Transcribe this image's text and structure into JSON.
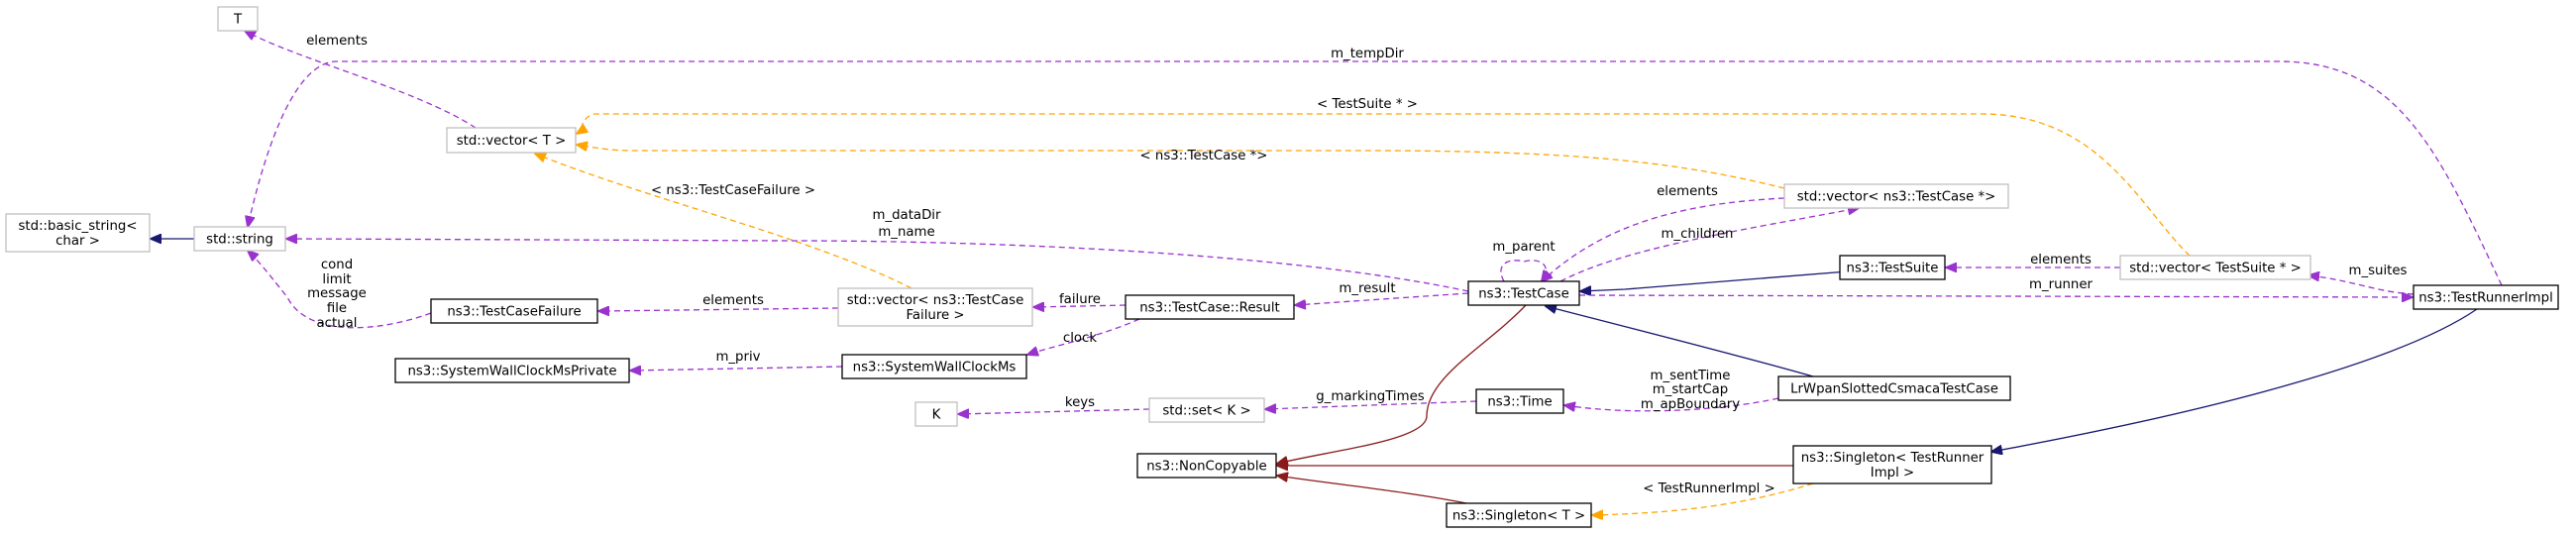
{
  "colors": {
    "inherit": "#191970",
    "usage": "#9a32cd",
    "template": "#ffa500",
    "private_inherit": "#8b1a1a",
    "border_doc": "#000000",
    "border_undoc": "#bfbfbf",
    "highlight_fill": "#bfbfbf"
  },
  "nodes": [
    {
      "id": "T",
      "lines": [
        "T"
      ],
      "style": "undoc"
    },
    {
      "id": "vectorT",
      "lines": [
        "std::vector< T >"
      ],
      "style": "undoc"
    },
    {
      "id": "basic_string",
      "lines": [
        "std::basic_string<",
        "char >"
      ],
      "style": "undoc"
    },
    {
      "id": "string",
      "lines": [
        "std::string"
      ],
      "style": "undoc"
    },
    {
      "id": "TestCaseFailure",
      "lines": [
        "ns3::TestCaseFailure"
      ],
      "style": "doc"
    },
    {
      "id": "SystemWallClockMsPrivate",
      "lines": [
        "ns3::SystemWallClockMsPrivate"
      ],
      "style": "doc"
    },
    {
      "id": "vectorFailure",
      "lines": [
        "std::vector< ns3::TestCase",
        "Failure >"
      ],
      "style": "undoc"
    },
    {
      "id": "SystemWallClockMs",
      "lines": [
        "ns3::SystemWallClockMs"
      ],
      "style": "doc"
    },
    {
      "id": "Result",
      "lines": [
        "ns3::TestCase::Result"
      ],
      "style": "doc"
    },
    {
      "id": "K",
      "lines": [
        "K"
      ],
      "style": "undoc"
    },
    {
      "id": "setK",
      "lines": [
        "std::set< K >"
      ],
      "style": "undoc"
    },
    {
      "id": "NonCopyable",
      "lines": [
        "ns3::NonCopyable"
      ],
      "style": "doc"
    },
    {
      "id": "Time",
      "lines": [
        "ns3::Time"
      ],
      "style": "doc"
    },
    {
      "id": "TestCase",
      "lines": [
        "ns3::TestCase"
      ],
      "style": "doc"
    },
    {
      "id": "vectorTestCase",
      "lines": [
        "std::vector< ns3::TestCase *>"
      ],
      "style": "undoc"
    },
    {
      "id": "TestSuite",
      "lines": [
        "ns3::TestSuite"
      ],
      "style": "doc"
    },
    {
      "id": "vectorTestSuite",
      "lines": [
        "std::vector< TestSuite * >"
      ],
      "style": "undoc"
    },
    {
      "id": "LrWpan",
      "lines": [
        "LrWpanSlottedCsmacaTestCase"
      ],
      "style": "highlight"
    },
    {
      "id": "SingletonRunner",
      "lines": [
        "ns3::Singleton< TestRunner",
        "Impl >"
      ],
      "style": "doc"
    },
    {
      "id": "SingletonT",
      "lines": [
        "ns3::Singleton< T >"
      ],
      "style": "doc"
    },
    {
      "id": "TestRunnerImpl",
      "lines": [
        "ns3::TestRunnerImpl"
      ],
      "style": "doc"
    }
  ],
  "edges": [
    {
      "id": "e-string-basic",
      "from": "string",
      "to": "basic_string",
      "kind": "inherit"
    },
    {
      "id": "e-vectorT-T",
      "from": "vectorT",
      "to": "T",
      "kind": "usage",
      "label": [
        "elements"
      ]
    },
    {
      "id": "e-runner-string",
      "from": "TestRunnerImpl",
      "to": "string",
      "kind": "usage",
      "label": [
        "m_tempDir"
      ]
    },
    {
      "id": "e-vsuite-vectorT",
      "from": "vectorTestSuite",
      "to": "vectorT",
      "kind": "template",
      "label": [
        "< TestSuite * >"
      ]
    },
    {
      "id": "e-vcase-vectorT",
      "from": "vectorTestCase",
      "to": "vectorT",
      "kind": "template",
      "label": [
        "< ns3::TestCase *>"
      ]
    },
    {
      "id": "e-vfail-vectorT",
      "from": "vectorFailure",
      "to": "vectorT",
      "kind": "template",
      "label": [
        "< ns3::TestCaseFailure >"
      ]
    },
    {
      "id": "e-testcase-string",
      "from": "TestCase",
      "to": "string",
      "kind": "usage",
      "label": [
        "m_dataDir",
        "m_name"
      ]
    },
    {
      "id": "e-failure-string",
      "from": "TestCaseFailure",
      "to": "string",
      "kind": "usage",
      "label": [
        "cond",
        "limit",
        "message",
        "file",
        "actual"
      ]
    },
    {
      "id": "e-vfail-failure",
      "from": "vectorFailure",
      "to": "TestCaseFailure",
      "kind": "usage",
      "label": [
        "elements"
      ]
    },
    {
      "id": "e-result-vfail",
      "from": "Result",
      "to": "vectorFailure",
      "kind": "usage",
      "label": [
        "failure"
      ]
    },
    {
      "id": "e-result-clock",
      "from": "Result",
      "to": "SystemWallClockMs",
      "kind": "usage",
      "label": [
        "clock"
      ]
    },
    {
      "id": "e-clock-priv",
      "from": "SystemWallClockMs",
      "to": "SystemWallClockMsPrivate",
      "kind": "usage",
      "label": [
        "m_priv"
      ]
    },
    {
      "id": "e-testcase-result",
      "from": "TestCase",
      "to": "Result",
      "kind": "usage",
      "label": [
        "m_result"
      ]
    },
    {
      "id": "e-testcase-parent",
      "from": "TestCase",
      "to": "TestCase",
      "kind": "usage",
      "label": [
        "m_parent"
      ]
    },
    {
      "id": "e-vcase-testcase",
      "from": "vectorTestCase",
      "to": "TestCase",
      "kind": "usage",
      "label": [
        "elements"
      ]
    },
    {
      "id": "e-testcase-vcase",
      "from": "TestCase",
      "to": "vectorTestCase",
      "kind": "usage",
      "label": [
        "m_children"
      ]
    },
    {
      "id": "e-suite-testcase",
      "from": "TestSuite",
      "to": "TestCase",
      "kind": "inherit"
    },
    {
      "id": "e-vsuite-suite",
      "from": "vectorTestSuite",
      "to": "TestSuite",
      "kind": "usage",
      "label": [
        "elements"
      ]
    },
    {
      "id": "e-runner-vsuite",
      "from": "TestRunnerImpl",
      "to": "vectorTestSuite",
      "kind": "usage",
      "label": [
        "m_suites"
      ]
    },
    {
      "id": "e-testcase-runner",
      "from": "TestCase",
      "to": "TestRunnerImpl",
      "kind": "usage",
      "label": [
        "m_runner"
      ]
    },
    {
      "id": "e-lrwpan-testcase",
      "from": "LrWpan",
      "to": "TestCase",
      "kind": "inherit"
    },
    {
      "id": "e-lrwpan-time",
      "from": "LrWpan",
      "to": "Time",
      "kind": "usage",
      "label": [
        "m_sentTime",
        "m_startCap",
        "m_apBoundary"
      ]
    },
    {
      "id": "e-time-setK",
      "from": "Time",
      "to": "setK",
      "kind": "usage",
      "label": [
        "g_markingTimes"
      ]
    },
    {
      "id": "e-setK-K",
      "from": "setK",
      "to": "K",
      "kind": "usage",
      "label": [
        "keys"
      ]
    },
    {
      "id": "e-testcase-noncopy",
      "from": "TestCase",
      "to": "NonCopyable",
      "kind": "private_inherit"
    },
    {
      "id": "e-srunner-noncopy",
      "from": "SingletonRunner",
      "to": "NonCopyable",
      "kind": "private_inherit"
    },
    {
      "id": "e-st-noncopy",
      "from": "SingletonT",
      "to": "NonCopyable",
      "kind": "private_inherit"
    },
    {
      "id": "e-srunner-st",
      "from": "SingletonRunner",
      "to": "SingletonT",
      "kind": "template",
      "label": [
        "< TestRunnerImpl >"
      ]
    },
    {
      "id": "e-runner-srunner",
      "from": "TestRunnerImpl",
      "to": "SingletonRunner",
      "kind": "inherit"
    }
  ]
}
